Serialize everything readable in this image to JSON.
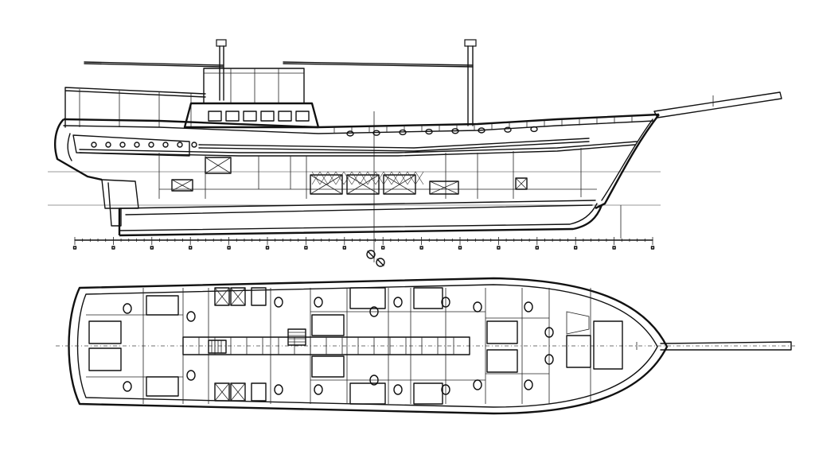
{
  "drawing": {
    "colors": {
      "ink": "#111111",
      "paper": "#ffffff"
    },
    "frame_station_count": 15,
    "portholes_upper": 8,
    "portholes_lower": 8,
    "deck_windows": 6
  }
}
